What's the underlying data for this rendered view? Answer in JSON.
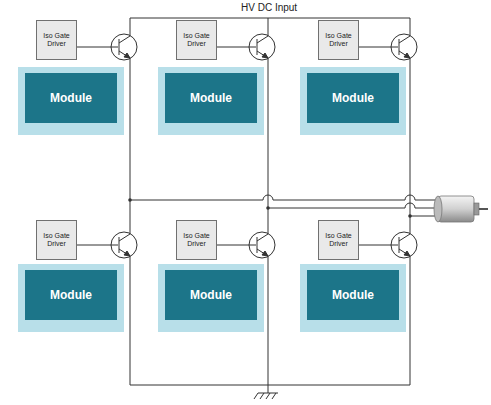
{
  "diagram": {
    "nodes": [
      {
        "text": [
          "Iso Gate Driver"
        ]
      },
      {
        "text": [
          "Iso Gate Driver"
        ]
      },
      {
        "text": [
          "Iso Gate Driver"
        ]
      },
      {
        "text": [
          "Module"
        ]
      },
      {
        "text": [
          "Module"
        ]
      },
      {
        "text": [
          "Module"
        ]
      },
      {
        "text": [
          "Iso Gate Driver"
        ]
      },
      {
        "text": [
          "Iso Gate Driver"
        ]
      },
      {
        "text": [
          "Iso Gate Driver"
        ]
      },
      {
        "text": [
          "Module"
        ]
      },
      {
        "text": [
          "Module"
        ]
      },
      {
        "text": [
          "Module"
        ]
      }
    ],
    "labels": [
      "HV DC Input"
    ]
  }
}
